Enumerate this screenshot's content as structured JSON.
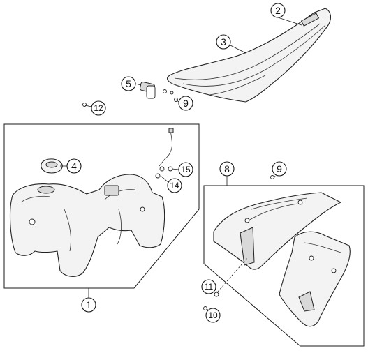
{
  "diagram": {
    "callouts": {
      "c1": "1",
      "c2": "2",
      "c3": "3",
      "c4": "4",
      "c5": "5",
      "c8": "8",
      "c9a": "9",
      "c9b": "9",
      "c10": "10",
      "c11": "11",
      "c12": "12",
      "c14": "14",
      "c15": "15"
    }
  }
}
